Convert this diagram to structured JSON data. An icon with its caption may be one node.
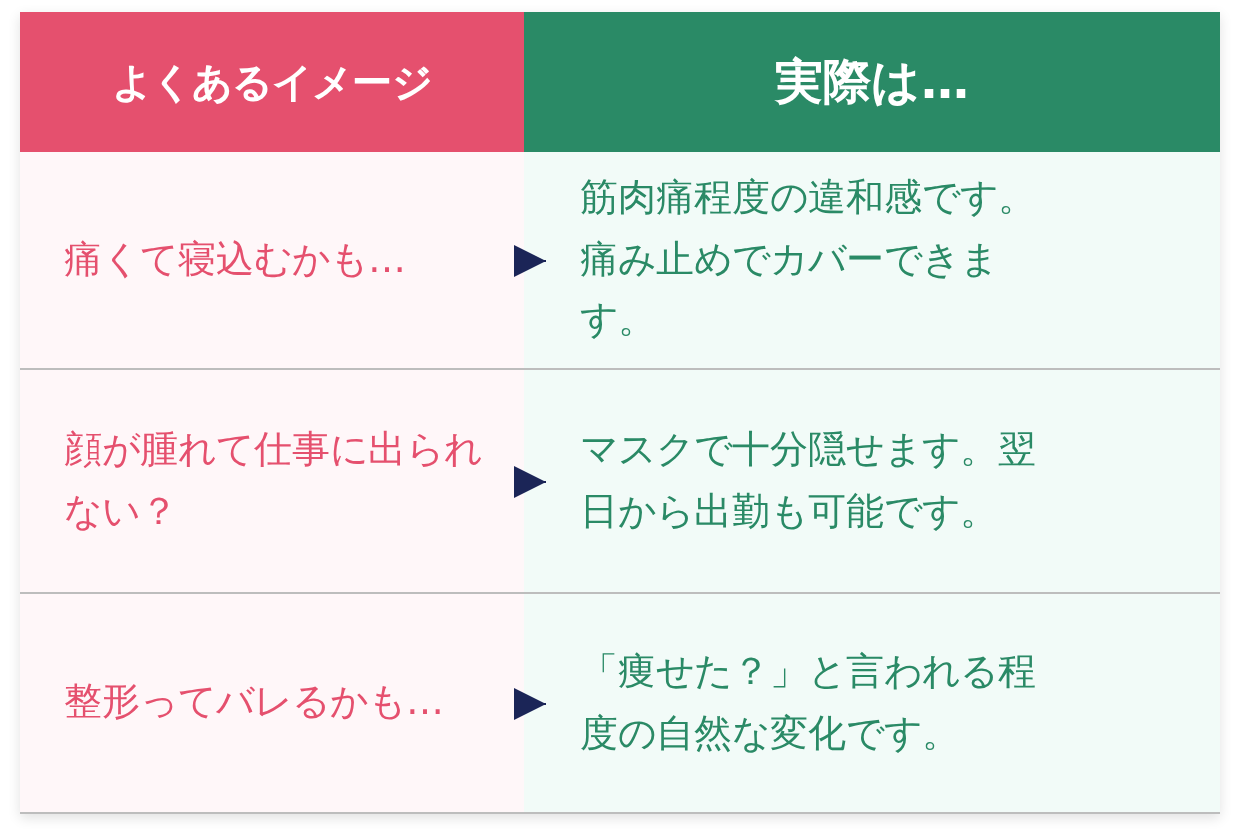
{
  "diagram": {
    "nodes": [
      {
        "text": [
          "よくあるイメージ"
        ]
      },
      {
        "text": [
          "実際は…"
        ]
      },
      {
        "text": [
          "痛くて寝込むかも…"
        ]
      },
      {
        "text": [
          "筋肉痛程度の違和感です。痛み止めでカバーできます。"
        ]
      },
      {
        "text": [
          "顔が腫れて仕事に出られない？"
        ]
      },
      {
        "text": [
          "マスクで十分隠せます。翌日から出勤も可能です。"
        ]
      },
      {
        "text": [
          "整形ってバレるかも…"
        ]
      },
      {
        "text": [
          "「痩せた？」と言われる程度の自然な変化です。"
        ]
      }
    ],
    "edges": [
      {
        "from": 2,
        "to": 3,
        "arrow": "to"
      },
      {
        "from": 4,
        "to": 5,
        "arrow": "to"
      },
      {
        "from": 6,
        "to": 7,
        "arrow": "to"
      }
    ]
  }
}
